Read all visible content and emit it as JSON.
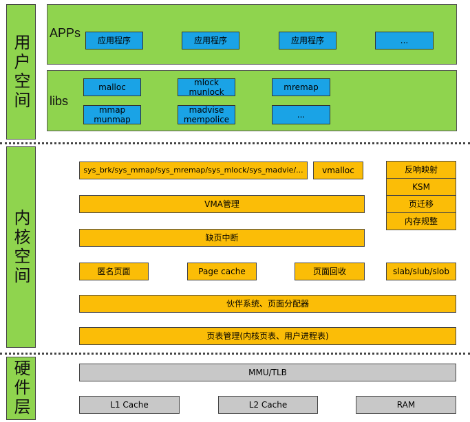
{
  "layers": {
    "user": "用户空间",
    "kernel": "内核空间",
    "hardware": "硬件层"
  },
  "user_space": {
    "apps_label": "APPs",
    "apps": [
      "应用程序",
      "应用程序",
      "应用程序",
      "..."
    ],
    "libs_label": "libs",
    "libs": [
      "malloc",
      "mlock\nmunlock",
      "mremap",
      "mmap\nmunmap",
      "madvise\nmempolice",
      "..."
    ]
  },
  "kernel_space": {
    "syscalls": "sys_brk/sys_mmap/sys_mremap/sys_mlock/sys_madvie/...",
    "vmalloc": "vmalloc",
    "vma": "VMA管理",
    "page_fault": "缺页中断",
    "anon": "匿名页面",
    "page_cache": "Page cache",
    "reclaim": "页面回收",
    "slab": "slab/slub/slob",
    "buddy": "伙伴系统、页面分配器",
    "page_table": "页表管理(内核页表、用户进程表)",
    "right_stack": [
      "反响映射",
      "KSM",
      "页迁移",
      "内存规整"
    ]
  },
  "hardware": {
    "mmu": "MMU/TLB",
    "l1": "L1 Cache",
    "l2": "L2 Cache",
    "ram": "RAM"
  },
  "colors": {
    "green": "#8fd44e",
    "blue": "#1aa3e6",
    "orange": "#fbbd07",
    "gray": "#c8c8c8"
  }
}
